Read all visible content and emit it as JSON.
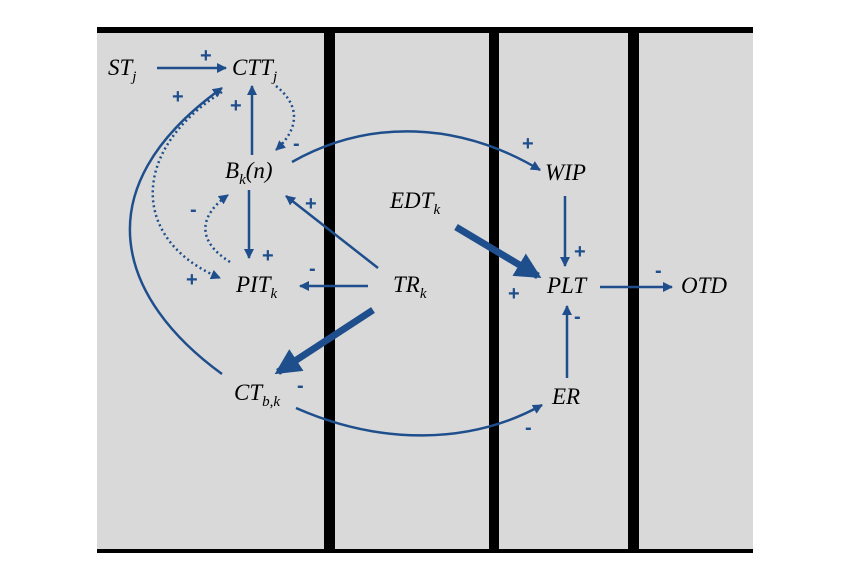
{
  "colors": {
    "panel": "#d9d9d9",
    "bar": "#000000",
    "arrow": "#1f4e8c",
    "text": "#000000"
  },
  "nodes": {
    "st": {
      "base": "ST",
      "sub": "j"
    },
    "ctt": {
      "base": "CTT",
      "sub": "j"
    },
    "bk": {
      "base": "B",
      "sub": "k",
      "suffix": "(n)"
    },
    "wip": {
      "base": "WIP"
    },
    "edt": {
      "base": "EDT",
      "sub": "k"
    },
    "pit": {
      "base": "PIT",
      "sub": "k"
    },
    "tr": {
      "base": "TR",
      "sub": "k"
    },
    "plt": {
      "base": "PLT"
    },
    "otd": {
      "base": "OTD"
    },
    "ct": {
      "base": "CT",
      "sub": "b,k"
    },
    "er": {
      "base": "ER"
    }
  },
  "signs": {
    "st_ctt": "+",
    "ct_ctt": "+",
    "bk_ctt": "+",
    "ctt_bk": "-",
    "bk_wip": "+",
    "tr_bk": "+",
    "pit_bk": "-",
    "bk_pit": "+",
    "ctt_pit": "+",
    "tr_pit": "-",
    "tr_ct": "-",
    "edt_plt": "+",
    "wip_plt": "+",
    "er_plt": "-",
    "plt_otd": "-",
    "ct_er": "-"
  },
  "links": [
    {
      "from": "st",
      "to": "ctt",
      "polarity": "+",
      "style": "solid"
    },
    {
      "from": "ct",
      "to": "ctt",
      "polarity": "+",
      "style": "solid"
    },
    {
      "from": "bk",
      "to": "ctt",
      "polarity": "+",
      "style": "solid"
    },
    {
      "from": "ctt",
      "to": "bk",
      "polarity": "-",
      "style": "dotted"
    },
    {
      "from": "bk",
      "to": "wip",
      "polarity": "+",
      "style": "solid"
    },
    {
      "from": "tr",
      "to": "bk",
      "polarity": "+",
      "style": "solid"
    },
    {
      "from": "pit",
      "to": "bk",
      "polarity": "-",
      "style": "dotted"
    },
    {
      "from": "bk",
      "to": "pit",
      "polarity": "+",
      "style": "solid"
    },
    {
      "from": "ctt",
      "to": "pit",
      "polarity": "+",
      "style": "dotted"
    },
    {
      "from": "tr",
      "to": "pit",
      "polarity": "-",
      "style": "solid"
    },
    {
      "from": "tr",
      "to": "ct",
      "polarity": "-",
      "style": "thick"
    },
    {
      "from": "edt",
      "to": "plt",
      "polarity": "+",
      "style": "thick"
    },
    {
      "from": "wip",
      "to": "plt",
      "polarity": "+",
      "style": "solid"
    },
    {
      "from": "er",
      "to": "plt",
      "polarity": "-",
      "style": "solid"
    },
    {
      "from": "plt",
      "to": "otd",
      "polarity": "-",
      "style": "solid"
    },
    {
      "from": "ct",
      "to": "er",
      "polarity": "-",
      "style": "solid"
    }
  ]
}
